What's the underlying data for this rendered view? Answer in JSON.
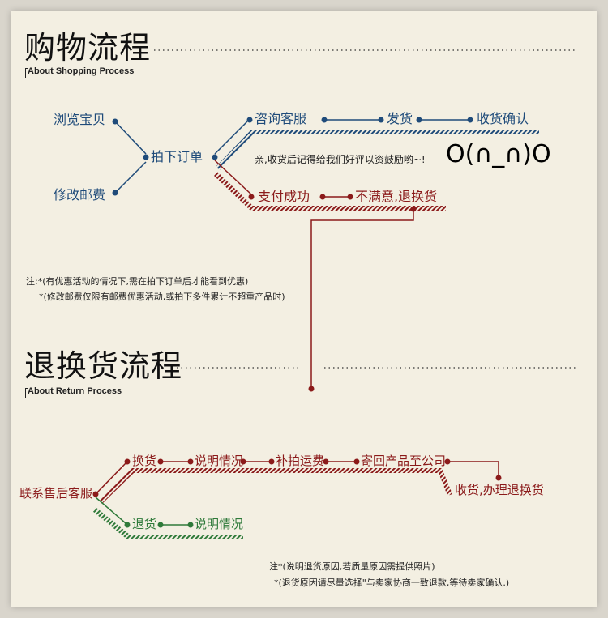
{
  "shopping": {
    "title": "购物流程",
    "subtitle": "About Shopping Process",
    "nodes": {
      "browse": "浏览宝贝",
      "edit_postage": "修改邮费",
      "place_order": "拍下订单",
      "consult": "咨询客服",
      "ship": "发货",
      "confirm": "收货确认",
      "pay": "支付成功",
      "unsatisfied": "不满意,退换货"
    },
    "review_text": "亲,收货后记得给我们好评以资鼓励哟~!",
    "emoticon": "O(∩_∩)O",
    "notes": [
      "注:*(有优惠活动的情况下,需在拍下订单后才能看到优惠)",
      "*(修改邮费仅限有邮费优惠活动,或拍下多件累计不超重产品时)"
    ]
  },
  "returns": {
    "title": "退换货流程",
    "subtitle": "About Return Process",
    "nodes": {
      "contact": "联系售后客服",
      "exchange": "换货",
      "explain1": "说明情况",
      "shipping_fee": "补拍运费",
      "send_back": "寄回产品至公司",
      "receive": "收货,办理退换货",
      "refund": "退货",
      "explain2": "说明情况"
    },
    "notes": [
      "注*(说明退货原因,若质量原因需提供照片)",
      "*(退货原因请尽量选择\"与卖家协商一致退款,等待卖家确认.)"
    ]
  },
  "colors": {
    "blue": "#1f4b7a",
    "red": "#8b1a1a",
    "green": "#2f7a3a"
  }
}
